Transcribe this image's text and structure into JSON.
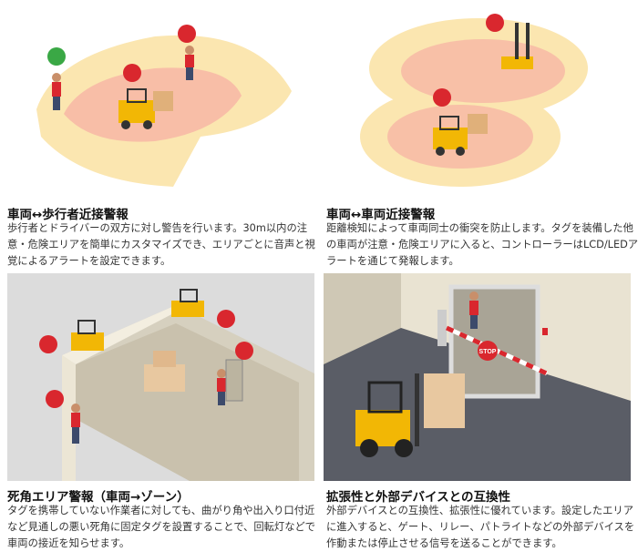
{
  "sections": [
    {
      "title": "車両↔歩行者近接警報",
      "description": "歩行者とドライバーの双方に対し警告を行います。30m以内の注意・危険エリアを簡単にカスタマイズでき、エリアごとに音声と視覚によるアラートを設定できます。"
    },
    {
      "title": "車両↔車両近接警報",
      "description": "距離検知によって車両同士の衝突を防止します。タグを装備した他の車両が注意・危険エリアに入ると、コントローラーはLCD/LEDアラートを通じて発報します。"
    },
    {
      "title": "死角エリア警報（車両→ゾーン）",
      "description": "タグを携帯していない作業者に対しても、曲がり角や出入り口付近など見通しの悪い死角に固定タグを設置することで、回転灯などで車両の接近を知らせます。"
    },
    {
      "title": "拡張性と外部デバイスとの互換性",
      "description": "外部デバイスとの互換性、拡張性に優れています。設定したエリアに進入すると、ゲート、リレー、パトライトなどの外部デバイスを作動または停止させる信号を送ることができます。",
      "sign_text": "STOP"
    }
  ],
  "colors": {
    "warning_zone": "#fbe6b0",
    "danger_zone": "#f7b9a6",
    "alert_red": "#d9272e",
    "safe_green": "#3aa845",
    "forklift": "#f2b705",
    "floor": "#5a5d66",
    "wall": "#e9e3d2"
  }
}
